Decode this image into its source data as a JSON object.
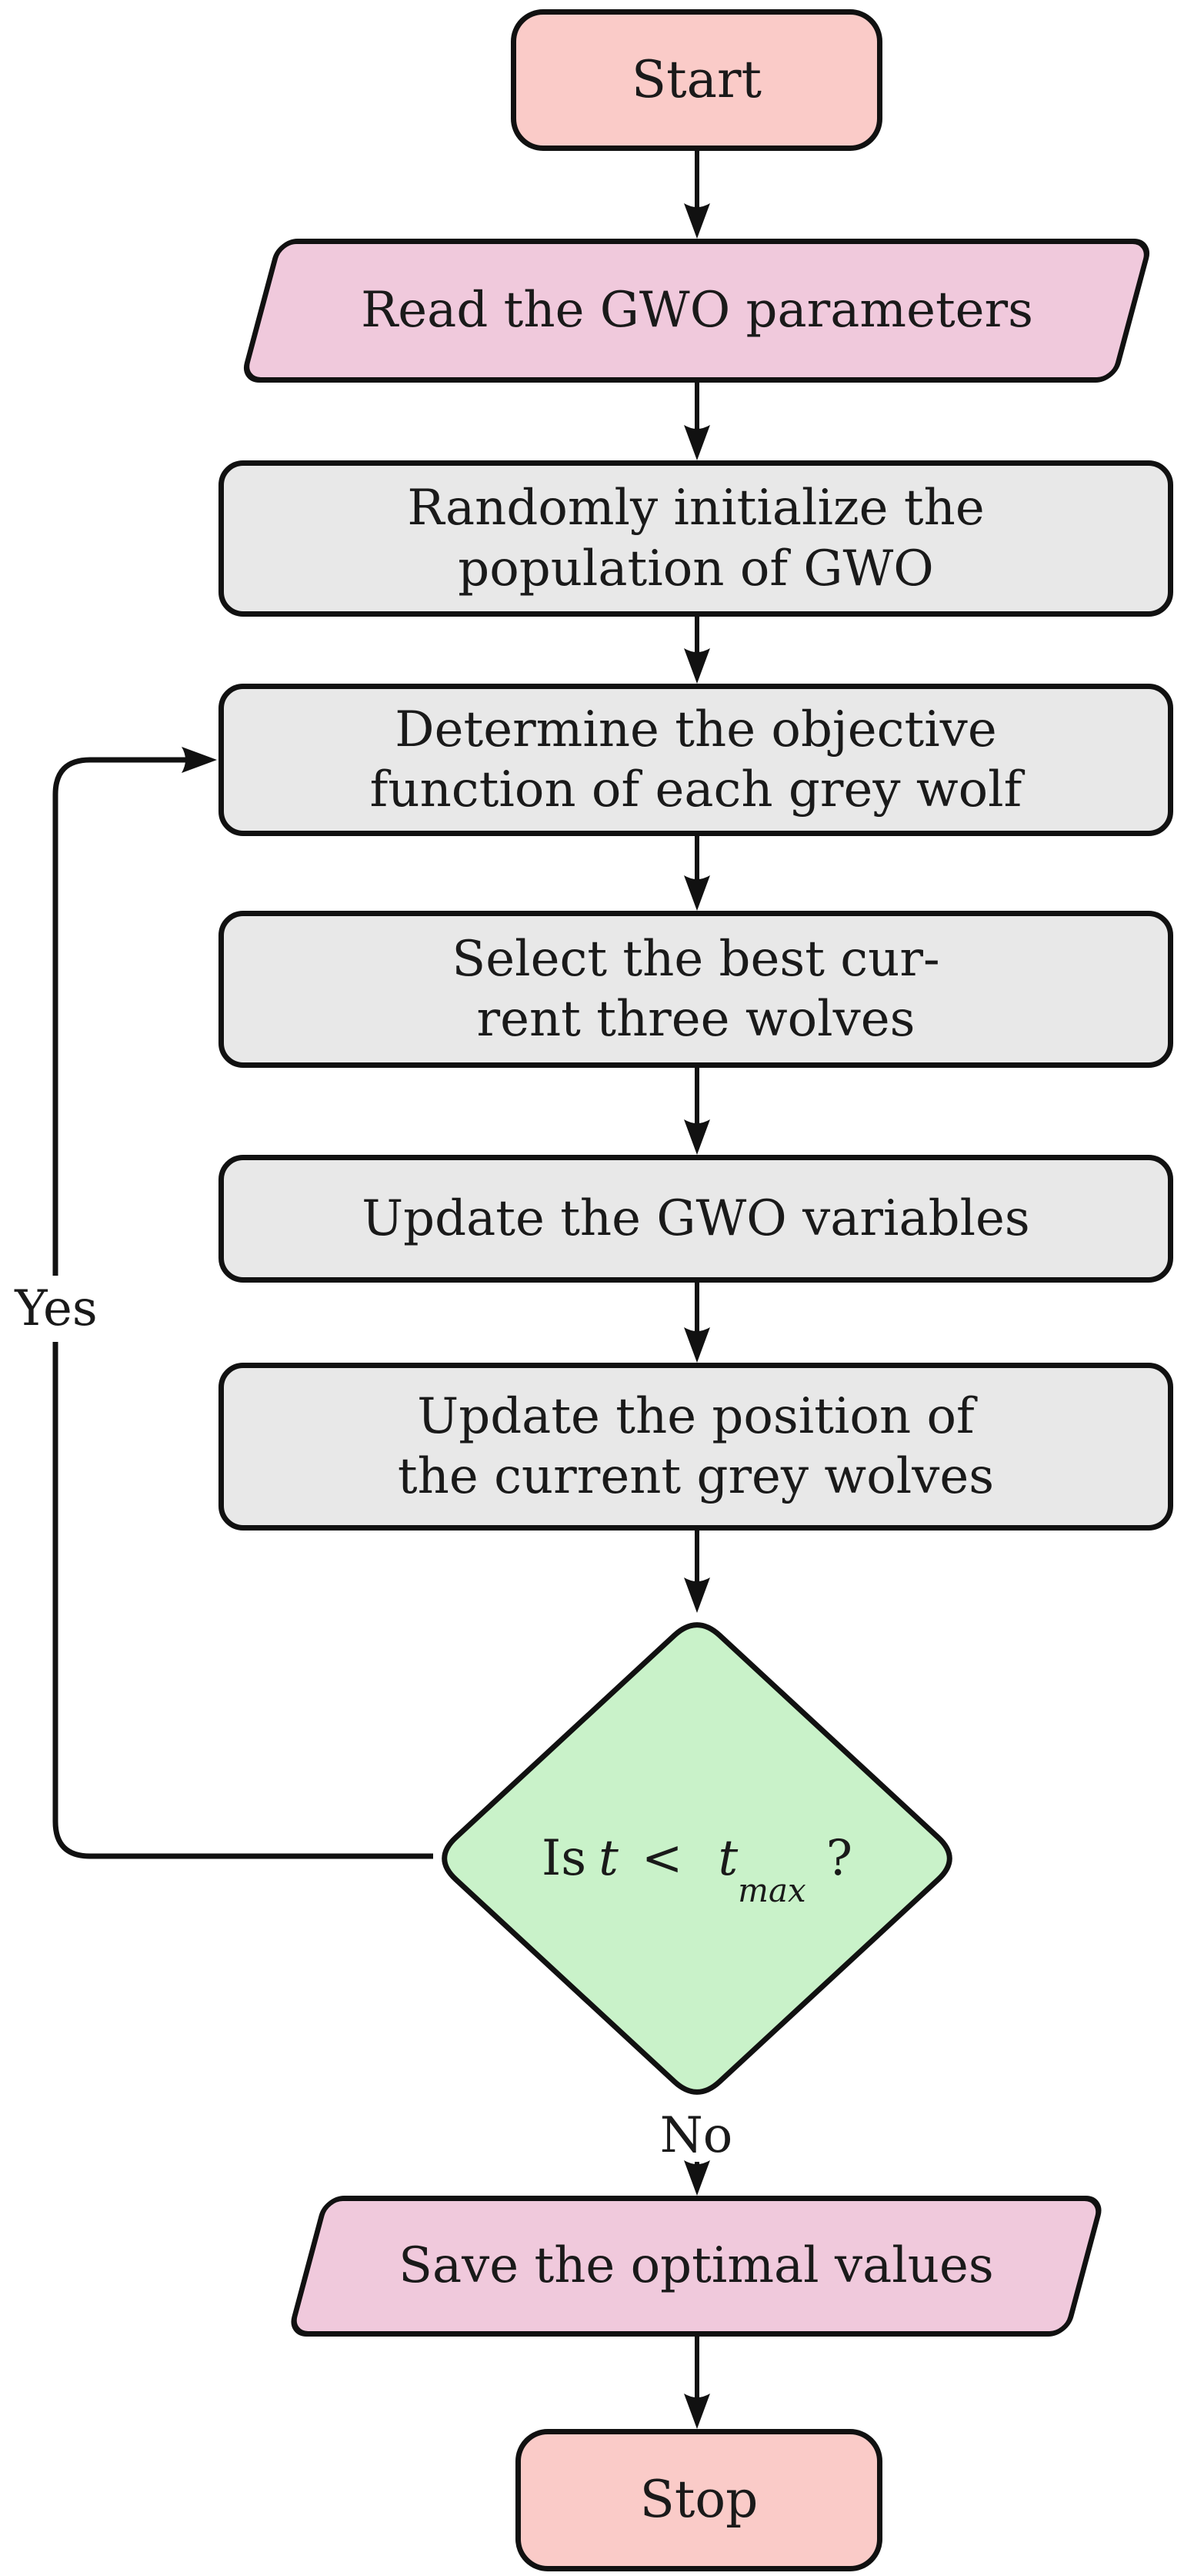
{
  "nodes": {
    "start": {
      "label": "Start"
    },
    "read_params": {
      "label": "Read the GWO parameters"
    },
    "init_population": {
      "line1": "Randomly initialize the",
      "line2": "population of GWO"
    },
    "objective": {
      "line1": "Determine the objective",
      "line2": "function of each grey wolf"
    },
    "select_best": {
      "line1": "Select the best cur-",
      "line2": "rent three wolves"
    },
    "update_variables": {
      "label": "Update the GWO variables"
    },
    "update_positions": {
      "line1": "Update the position of",
      "line2": "the current grey wolves"
    },
    "decision": {
      "prefix": "Is",
      "var1": "t",
      "operator": "<",
      "var2": "t",
      "subscript": "max",
      "suffix": "?"
    },
    "save_values": {
      "label": "Save the optimal values"
    },
    "stop": {
      "label": "Stop"
    }
  },
  "edges": {
    "yes_label": "Yes",
    "no_label": "No"
  },
  "colors": {
    "terminal_fill": "#facbc8",
    "io_fill": "#f0c9dc",
    "process_fill": "#e8e8e8",
    "decision_fill": "#c9f2c9",
    "stroke": "#111111"
  }
}
